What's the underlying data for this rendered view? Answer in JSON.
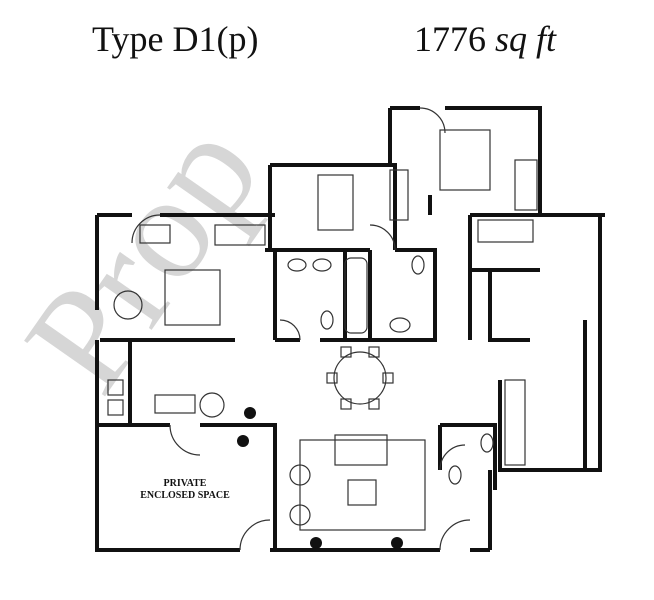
{
  "header": {
    "plan_type": "Type D1(p)",
    "area_number": "1776",
    "area_unit": "sq ft"
  },
  "rooms": {
    "private_space_line1": "PRIVATE",
    "private_space_line2": "ENCLOSED SPACE"
  },
  "watermark": "Prop"
}
